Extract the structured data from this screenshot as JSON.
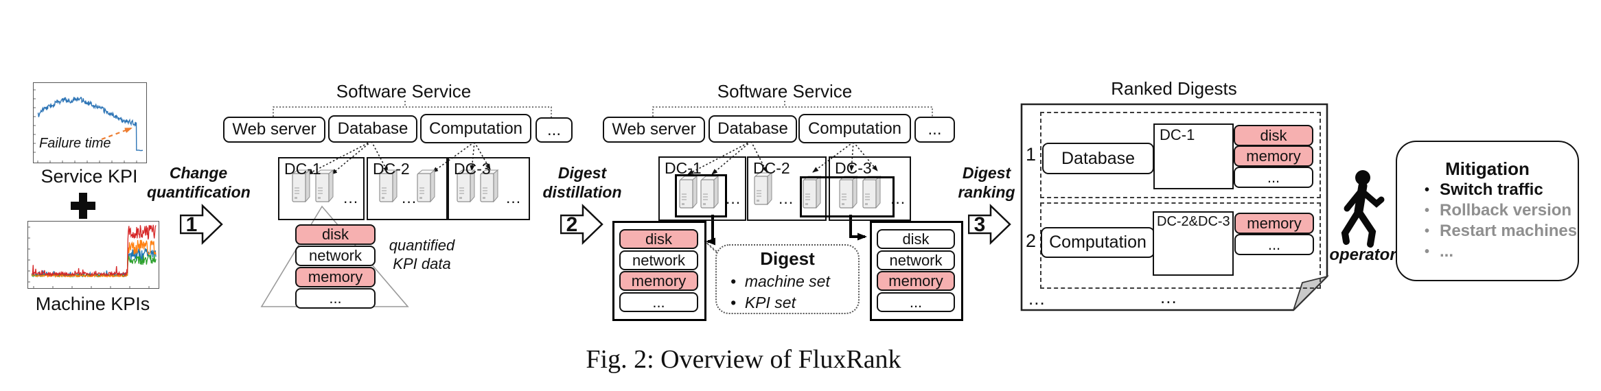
{
  "figure": {
    "caption": "Fig. 2: Overview of FluxRank"
  },
  "colors": {
    "highlight_pink": "#f6b0b0",
    "dim_gray": "#8f8f8f",
    "service_line_blue": "#2e75b6",
    "annotation_orange": "#ed7d31"
  },
  "left": {
    "service_kpi_label": "Service KPI",
    "failure_annotation": "Failure time",
    "plus": "+",
    "machine_kpis_label": "Machine KPIs"
  },
  "steps": [
    {
      "line1": "Change",
      "line2": "quantification",
      "num": "1"
    },
    {
      "line1": "Digest",
      "line2": "distillation",
      "num": "2"
    },
    {
      "line1": "Digest",
      "line2": "ranking",
      "num": "3"
    }
  ],
  "tree1": {
    "title": "Software Service",
    "services": [
      "Web server",
      "Database",
      "Computation",
      "..."
    ],
    "dcs": [
      {
        "name": "DC-1",
        "more": "..."
      },
      {
        "name": "DC-2",
        "more": "..."
      },
      {
        "name": "DC-3",
        "more": "..."
      }
    ],
    "kpi_stack": [
      {
        "label": "disk",
        "highlight": true
      },
      {
        "label": "network",
        "highlight": false
      },
      {
        "label": "memory",
        "highlight": true
      },
      {
        "label": "...",
        "highlight": false
      }
    ],
    "note1": "quantified",
    "note2": "KPI data"
  },
  "tree2": {
    "title": "Software Service",
    "services": [
      "Web server",
      "Database",
      "Computation",
      "..."
    ],
    "dcs": [
      {
        "name": "DC-1",
        "more": "..."
      },
      {
        "name": "DC-2",
        "more": "..."
      },
      {
        "name": "DC-3",
        "more": "..."
      }
    ]
  },
  "digest_left": [
    {
      "label": "disk",
      "highlight": true
    },
    {
      "label": "network",
      "highlight": false
    },
    {
      "label": "memory",
      "highlight": true
    },
    {
      "label": "...",
      "highlight": false
    }
  ],
  "digest_right": [
    {
      "label": "disk",
      "highlight": false
    },
    {
      "label": "network",
      "highlight": false
    },
    {
      "label": "memory",
      "highlight": true
    },
    {
      "label": "...",
      "highlight": false
    }
  ],
  "callout": {
    "title": "Digest",
    "bullet": "•",
    "bullets": [
      "machine set",
      "KPI set"
    ]
  },
  "ranked": {
    "title": "Ranked Digests",
    "rows": [
      {
        "rank": "1",
        "service": "Database",
        "dc": "DC-1",
        "kpis": [
          {
            "label": "disk",
            "highlight": true
          },
          {
            "label": "memory",
            "highlight": true
          },
          {
            "label": "...",
            "highlight": false
          }
        ]
      },
      {
        "rank": "2",
        "service": "Computation",
        "dc": "DC-2&DC-3",
        "kpis": [
          {
            "label": "memory",
            "highlight": true
          },
          {
            "label": "...",
            "highlight": false
          }
        ]
      }
    ],
    "more_left": "...",
    "more_mid": "..."
  },
  "operator": {
    "label": "operator"
  },
  "mitigation": {
    "title": "Mitigation",
    "bullet": "•",
    "items": [
      {
        "label": "Switch traffic",
        "emphasis": true
      },
      {
        "label": "Rollback version",
        "emphasis": false
      },
      {
        "label": "Restart machines",
        "emphasis": false
      },
      {
        "label": "...",
        "emphasis": false
      }
    ]
  },
  "sparklines": {
    "service": {
      "color": "#2e75b6",
      "annotation_color": "#ed7d31",
      "n": 210,
      "noise": 0.035,
      "keypoints": [
        [
          0,
          0.42
        ],
        [
          0.05,
          0.33
        ],
        [
          0.12,
          0.28
        ],
        [
          0.2,
          0.22
        ],
        [
          0.28,
          0.18
        ],
        [
          0.33,
          0.2
        ],
        [
          0.4,
          0.16
        ],
        [
          0.5,
          0.22
        ],
        [
          0.6,
          0.28
        ],
        [
          0.7,
          0.36
        ],
        [
          0.78,
          0.42
        ],
        [
          0.85,
          0.47
        ],
        [
          0.91,
          0.5
        ],
        [
          1,
          0.53
        ]
      ],
      "drop_level": 0.92
    },
    "machine": {
      "n": 240,
      "burst_t": 0.775,
      "series": [
        {
          "color": "#1f77b4",
          "base": 0.815,
          "noise": 0.02,
          "spike": 0.06,
          "burst": 0.5,
          "swing": 0.1
        },
        {
          "color": "#2ca02c",
          "base": 0.825,
          "noise": 0.015,
          "spike": 0,
          "burst": 0.58,
          "swing": 0.08
        },
        {
          "color": "#ff7f0e",
          "base": 0.83,
          "noise": 0.015,
          "spike": 0,
          "burst": 0.38,
          "swing": 0.12
        },
        {
          "color": "#d62728",
          "base": 0.8,
          "noise": 0.025,
          "spike": 0.16,
          "burst": 0.14,
          "swing": 0.13
        }
      ]
    }
  }
}
